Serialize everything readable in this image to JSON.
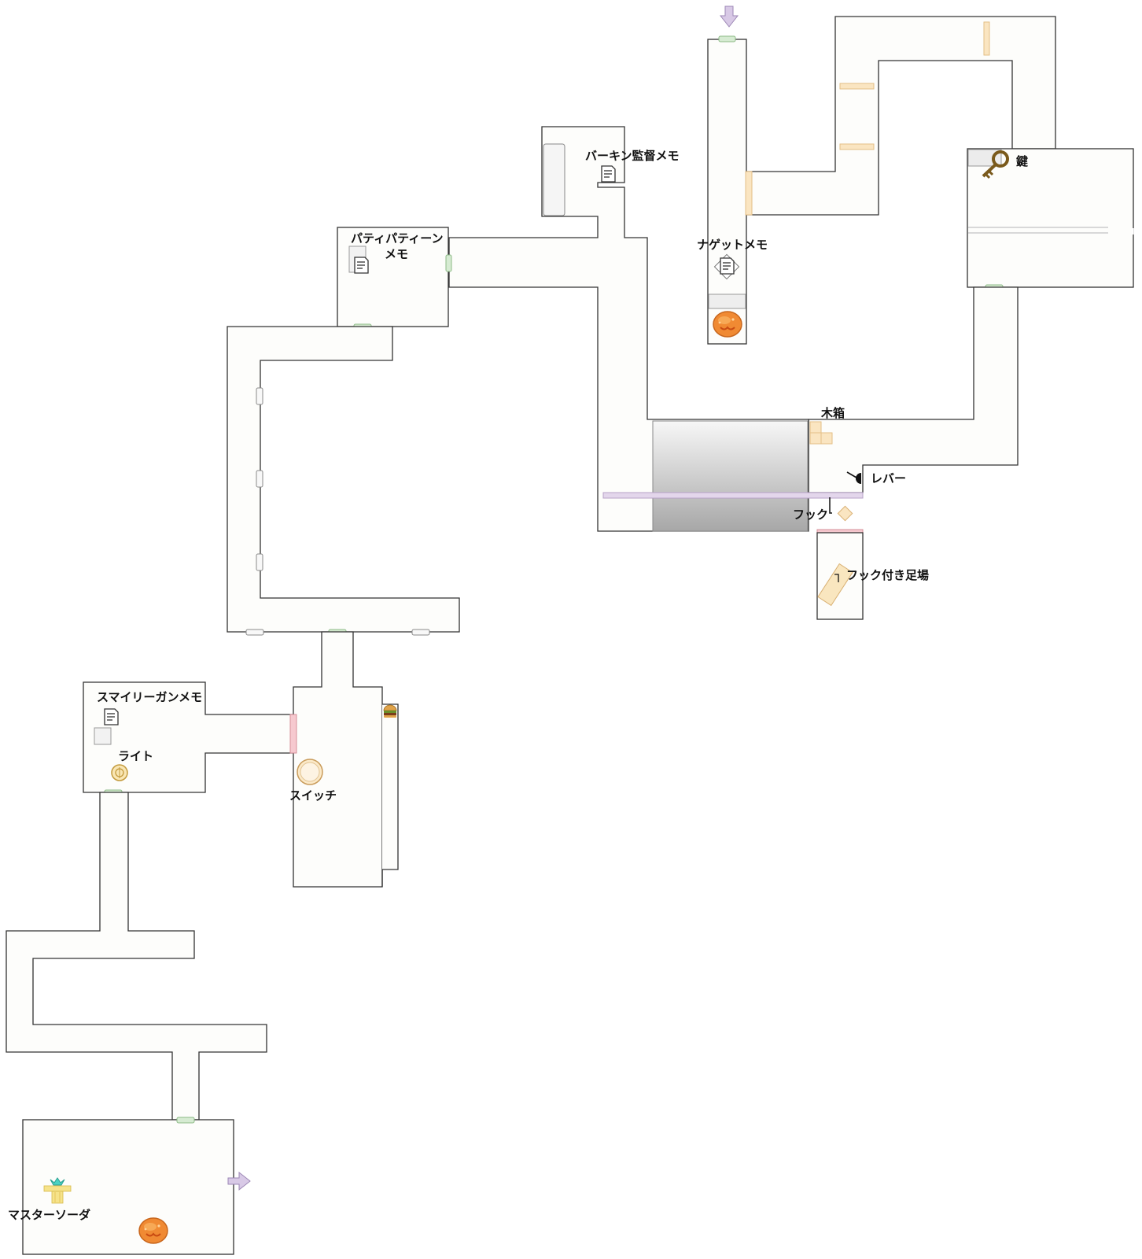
{
  "labels": {
    "burkin_memo": "バーキン監督メモ",
    "patty_memo_line1": "パティパティーン",
    "patty_memo_line2": "メモ",
    "nugget_memo": "ナゲットメモ",
    "key": "鍵",
    "crate": "木箱",
    "lever": "レバー",
    "hook": "フック",
    "hook_platform": "フック付き足場",
    "smiley_memo": "スマイリーガンメモ",
    "light": "ライト",
    "switch": "スイッチ",
    "master_soda": "マスターソーダ"
  },
  "icons": {
    "memo": "memo-icon",
    "key": "key-icon",
    "nugget": "nugget-icon",
    "burger": "burger-icon",
    "switch": "switch-icon",
    "light": "light-icon",
    "crate": "crate-icon",
    "lever": "lever-icon",
    "hook": "hook-icon",
    "entry_arrow": "arrow-down-icon",
    "exit_arrow": "arrow-right-icon",
    "master_soda": "master-soda-icon"
  },
  "colors": {
    "wall": "#333333",
    "floor": "#fdfdfb",
    "door_green": "#d6ebd2",
    "door_pink": "#f6c9cf",
    "plank": "#fae5c1",
    "arrow": "#d8c9e6",
    "nugget": "#f08a33"
  }
}
